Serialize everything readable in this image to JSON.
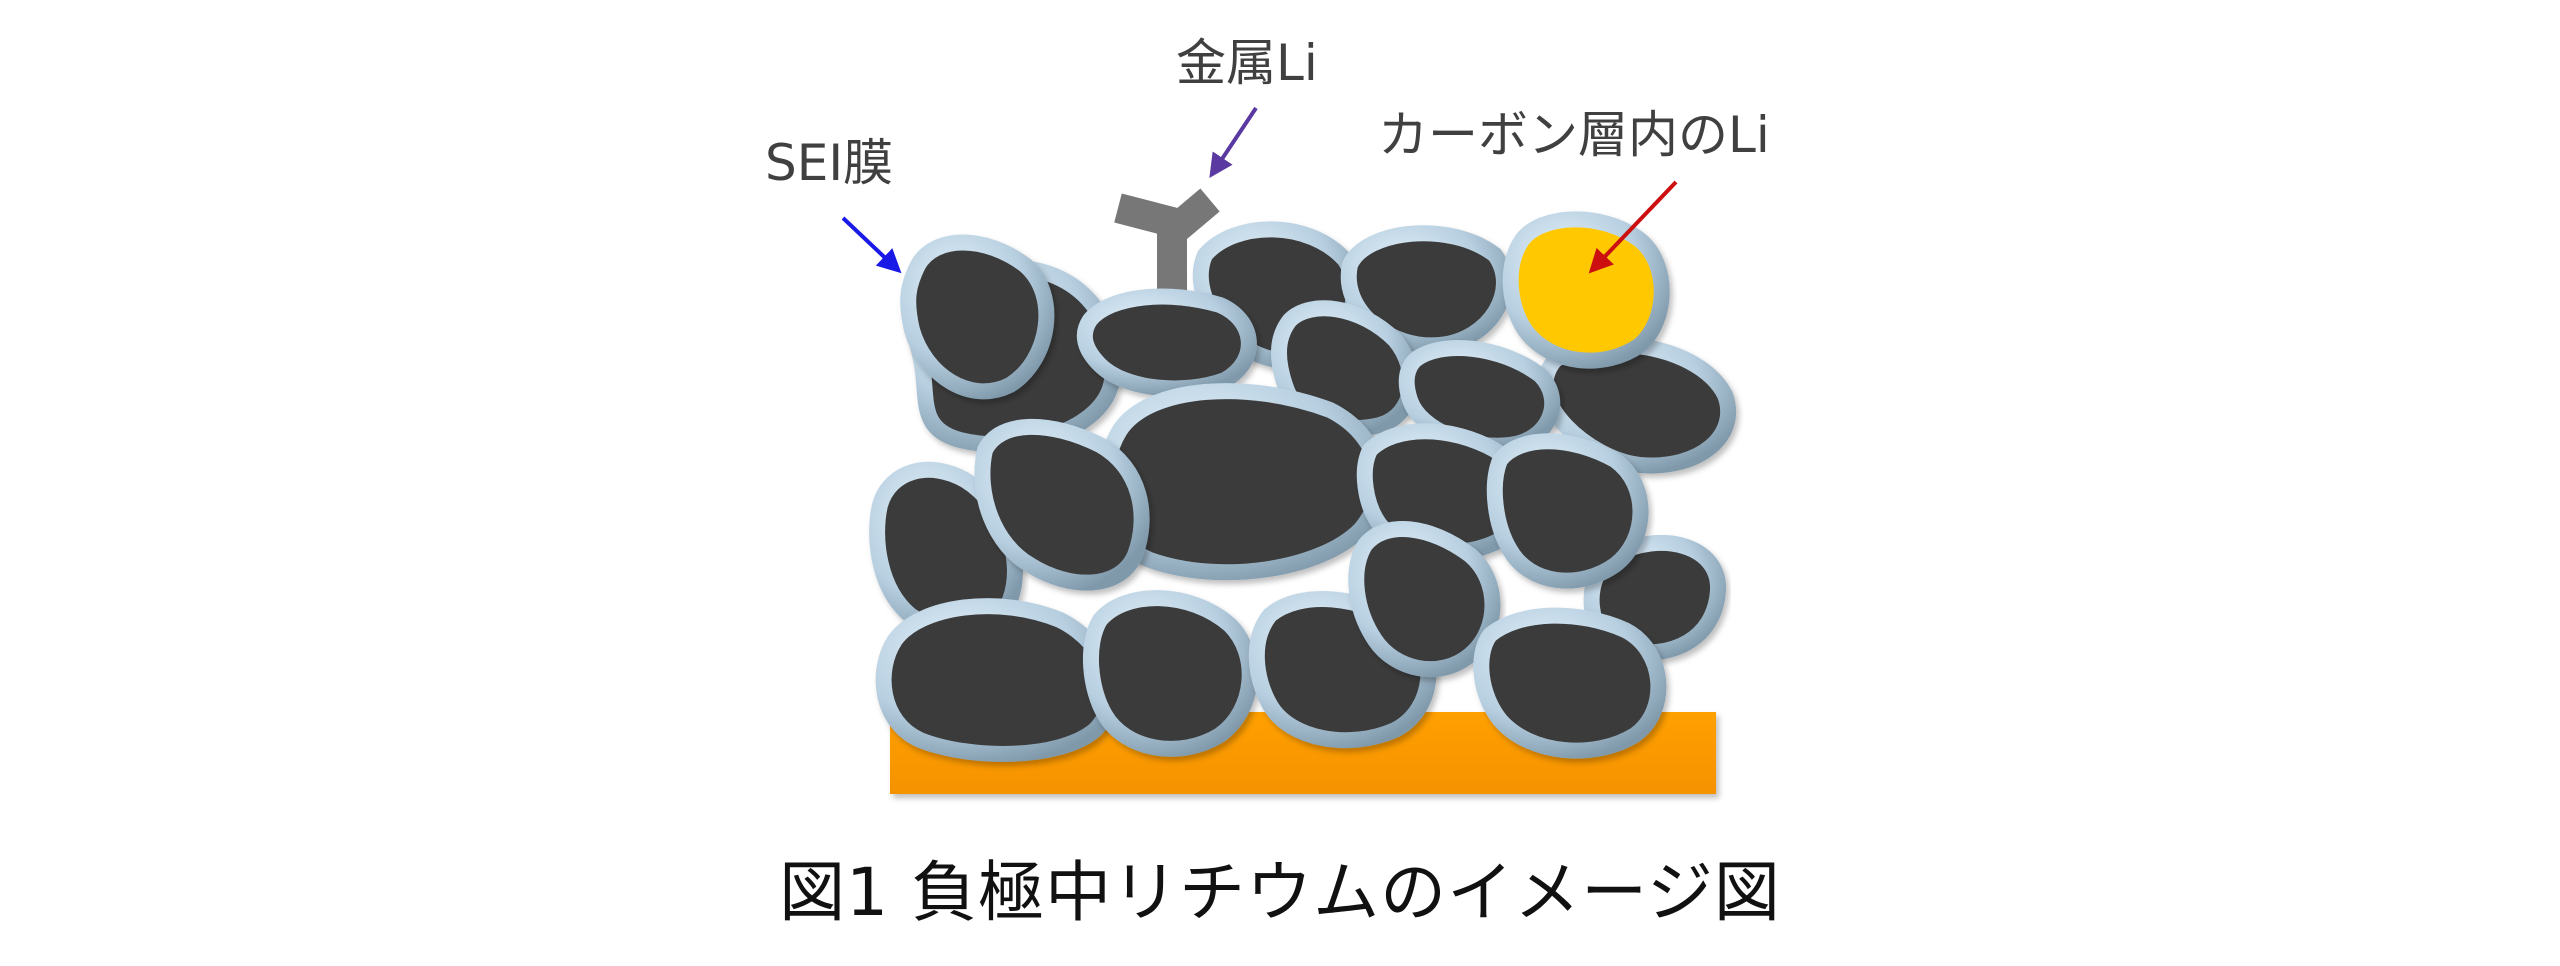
{
  "labels": {
    "sei": "SEI膜",
    "metal_li": "金属Li",
    "carbon_li": "カーボン層内のLi"
  },
  "caption": "図1  負極中リチウムのイメージ図",
  "colors": {
    "particle_core": "#3a3a3a",
    "sei_shell": "#b9d1e2",
    "collector": "#ff9c00",
    "intercalated_li": "#ffc800",
    "metal_li": "#777777",
    "arrow_sei": "#1a1ae6",
    "arrow_metal": "#5a3aa0",
    "arrow_carbon": "#cc1010",
    "text": "#404040"
  },
  "icons": {
    "sei": "arrow-icon",
    "metal_li": "dendrite-icon",
    "carbon_li": "arrow-icon"
  }
}
